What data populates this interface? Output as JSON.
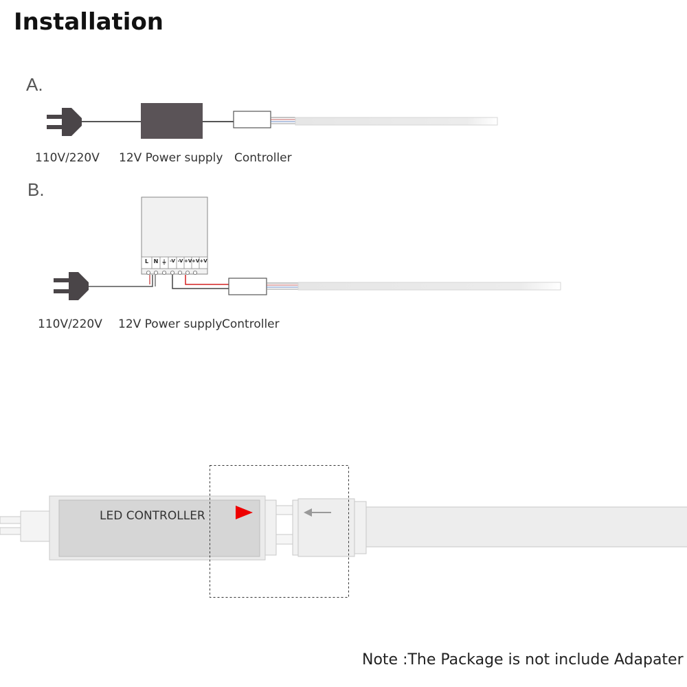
{
  "title": "Installation",
  "diagram_a": {
    "section_label": "A.",
    "labels": {
      "voltage": "110V/220V",
      "power_supply": "12V Power supply",
      "controller": "Controller"
    }
  },
  "diagram_b": {
    "section_label": "B.",
    "terminals": [
      "L",
      "N",
      "⏚",
      "-V",
      "-V",
      "+V",
      "+V",
      "+V"
    ],
    "labels": {
      "voltage": "110V/220V",
      "power_supply": "12V Power supply",
      "controller": "Controller"
    }
  },
  "detail": {
    "controller_label": "LED CONTROLLER"
  },
  "note": "Note :The Package is not include Adapater",
  "colors": {
    "device_dark": "#5a5357",
    "plug": "#4a4548",
    "live_wire": "#d42020",
    "arrow_red": "#ee0000",
    "arrow_gray": "#999999"
  }
}
